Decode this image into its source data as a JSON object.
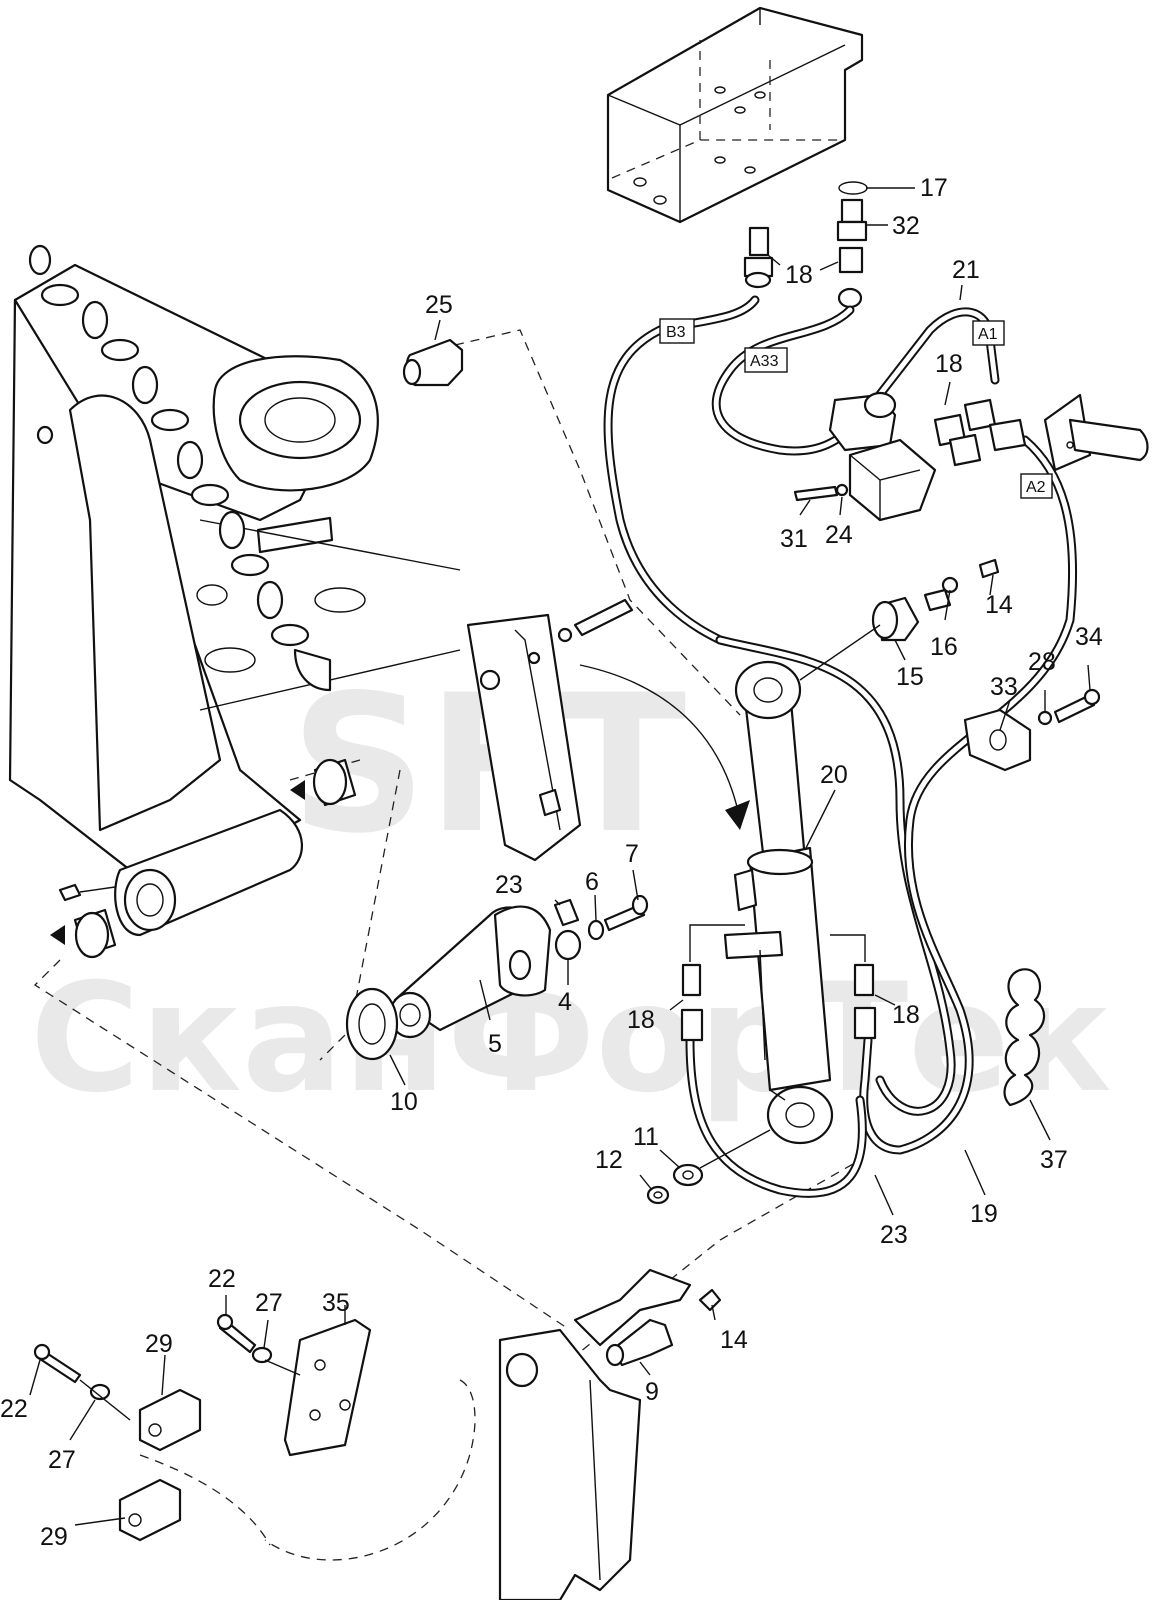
{
  "watermark": {
    "logo_text": "SFT",
    "company_text": "СканФорТек"
  },
  "callouts": [
    {
      "id": "c17",
      "text": "17"
    },
    {
      "id": "c32",
      "text": "32"
    },
    {
      "id": "c18a",
      "text": "18"
    },
    {
      "id": "c21",
      "text": "21"
    },
    {
      "id": "c18b",
      "text": "18"
    },
    {
      "id": "c25",
      "text": "25"
    },
    {
      "id": "c31",
      "text": "31"
    },
    {
      "id": "c24",
      "text": "24"
    },
    {
      "id": "c14a",
      "text": "14"
    },
    {
      "id": "c16",
      "text": "16"
    },
    {
      "id": "c15",
      "text": "15"
    },
    {
      "id": "c34",
      "text": "34"
    },
    {
      "id": "c28",
      "text": "28"
    },
    {
      "id": "c33",
      "text": "33"
    },
    {
      "id": "c20",
      "text": "20"
    },
    {
      "id": "c7",
      "text": "7"
    },
    {
      "id": "c23a",
      "text": "23"
    },
    {
      "id": "c6",
      "text": "6"
    },
    {
      "id": "c4",
      "text": "4"
    },
    {
      "id": "c5",
      "text": "5"
    },
    {
      "id": "c18c",
      "text": "18"
    },
    {
      "id": "c18d",
      "text": "18"
    },
    {
      "id": "c10",
      "text": "10"
    },
    {
      "id": "c11",
      "text": "11"
    },
    {
      "id": "c12",
      "text": "12"
    },
    {
      "id": "c23b",
      "text": "23"
    },
    {
      "id": "c19",
      "text": "19"
    },
    {
      "id": "c37",
      "text": "37"
    },
    {
      "id": "c22a",
      "text": "22"
    },
    {
      "id": "c27a",
      "text": "27"
    },
    {
      "id": "c35",
      "text": "35"
    },
    {
      "id": "c29a",
      "text": "29"
    },
    {
      "id": "c14b",
      "text": "14"
    },
    {
      "id": "c9",
      "text": "9"
    },
    {
      "id": "c22b",
      "text": "22"
    },
    {
      "id": "c27b",
      "text": "27"
    },
    {
      "id": "c29b",
      "text": "29"
    }
  ],
  "port_tags": [
    {
      "id": "B3",
      "text": "B3"
    },
    {
      "id": "A33",
      "text": "A33"
    },
    {
      "id": "A1",
      "text": "A1"
    },
    {
      "id": "A2",
      "text": "A2"
    }
  ]
}
